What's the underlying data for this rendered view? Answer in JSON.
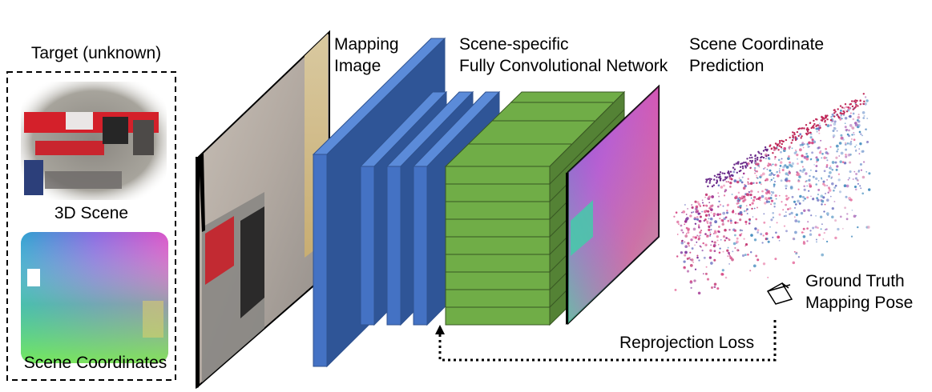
{
  "target": {
    "title": "Target (unknown)",
    "scene_label": "3D Scene",
    "coords_label": "Scene Coordinates"
  },
  "mapping_image": {
    "line1": "Mapping",
    "line2": "Image"
  },
  "network": {
    "line1": "Scene-specific",
    "line2": "Fully Convolutional Network"
  },
  "prediction": {
    "line1": "Scene Coordinate",
    "line2": "Prediction"
  },
  "pose": {
    "line1": "Ground Truth",
    "line2": "Mapping Pose"
  },
  "loss_label": "Reprojection Loss",
  "colors": {
    "conv_blue_front": "#4472C4",
    "conv_blue_top": "#5B8BD9",
    "conv_blue_side": "#2F5597",
    "fc_green_front": "#70AD47",
    "fc_green_side": "#548235",
    "outline": "#2F528F"
  }
}
